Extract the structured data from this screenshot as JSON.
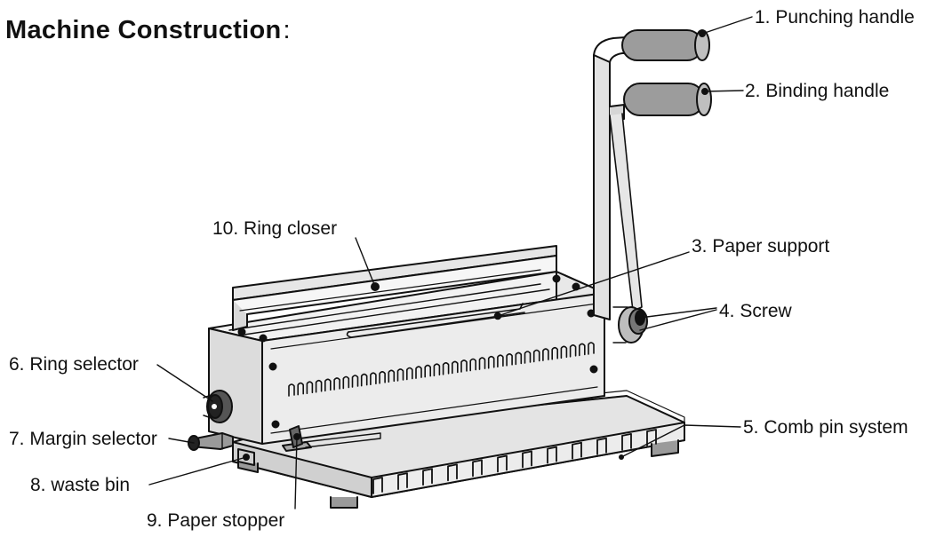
{
  "title": "Machine Construction",
  "title_suffix": ":",
  "labels": {
    "punching_handle": "1. Punching handle",
    "binding_handle": "2. Binding handle",
    "paper_support": "3. Paper support",
    "screw": "4. Screw",
    "comb_pin_system": "5. Comb pin system",
    "ring_selector": "6. Ring selector",
    "margin_selector": "7. Margin selector",
    "waste_bin": "8. waste bin",
    "paper_stopper": "9. Paper stopper",
    "ring_closer": "10. Ring closer"
  }
}
